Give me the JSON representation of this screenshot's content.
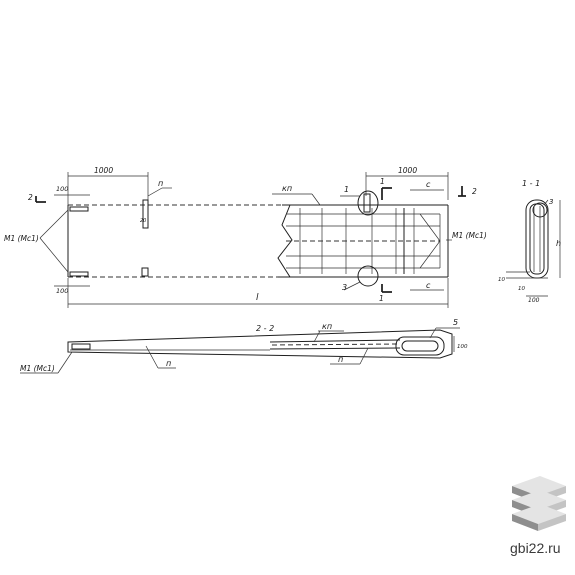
{
  "labels": {
    "dim_1000_left": "1000",
    "dim_1000_right": "1000",
    "dim_100_top": "100",
    "dim_100_bottom": "100",
    "dim_l": "l",
    "dim_c_top": "c",
    "dim_c_bottom": "c",
    "tag_p_top": "п",
    "tag_kp_top": "кп",
    "callout_1": "1",
    "callout_3": "3",
    "section_mark_2_top": "2",
    "section_mark_2_right": "2",
    "section_mark_1_top": "1",
    "section_mark_1_bottom": "1",
    "m1_left": "М1 (Мс1)",
    "m1_right": "М1 (Мс1)",
    "section_1_title": "1 - 1",
    "sec1_callout_3": "3",
    "sec1_dim_h": "h",
    "sec1_dim_10_a": "10",
    "sec1_dim_10_b": "10",
    "sec1_dim_100": "100",
    "section_2_title": "2 - 2",
    "sec2_kp": "кп",
    "sec2_callout_5": "5",
    "sec2_m1": "М1 (Мс1)",
    "sec2_p_left": "п",
    "sec2_p_right": "п",
    "sec2_dim_100": "100",
    "small_vert_label": "20"
  },
  "watermark": {
    "text": "gbi22.ru",
    "icon": "stacked-slabs-icon"
  },
  "colors": {
    "line": "#1f1f1f",
    "background": "#ffffff",
    "logo_light": "#e4e4e4",
    "logo_mid": "#c4c4c4",
    "logo_dark": "#8e8e8e"
  }
}
